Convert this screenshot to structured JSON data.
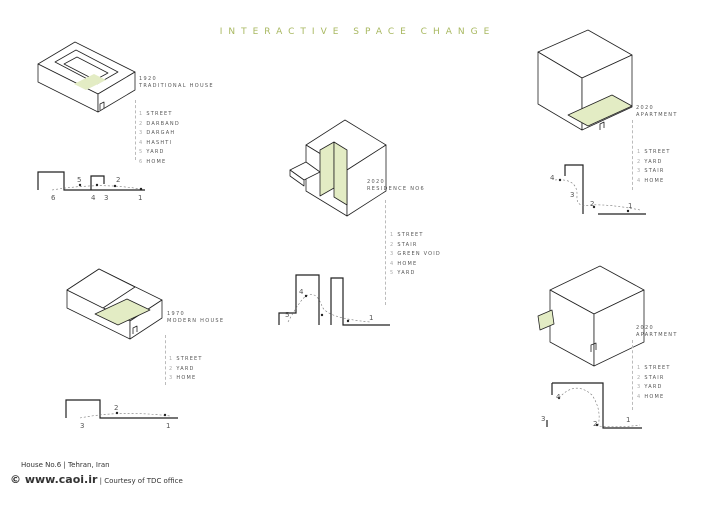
{
  "header": {
    "title": "INTERACTIVE SPACE CHANGE"
  },
  "panels": {
    "traditional": {
      "year": "1920",
      "name": "TRADITIONAL HOUSE",
      "items": [
        {
          "n": "1",
          "label": "STREET"
        },
        {
          "n": "2",
          "label": "DARBAND"
        },
        {
          "n": "3",
          "label": "DARGAH"
        },
        {
          "n": "4",
          "label": "HASHTI"
        },
        {
          "n": "5",
          "label": "YARD"
        },
        {
          "n": "6",
          "label": "HOME"
        }
      ],
      "marks": [
        "6",
        "5",
        "4",
        "3",
        "2",
        "1"
      ]
    },
    "modern": {
      "year": "1970",
      "name": "MODERN HOUSE",
      "items": [
        {
          "n": "1",
          "label": "STREET"
        },
        {
          "n": "2",
          "label": "YARD"
        },
        {
          "n": "3",
          "label": "HOME"
        }
      ],
      "marks": [
        "3",
        "2",
        "1"
      ]
    },
    "residence": {
      "year": "2020",
      "name": "RESIDENCE NO6",
      "items": [
        {
          "n": "1",
          "label": "STREET"
        },
        {
          "n": "2",
          "label": "STAIR"
        },
        {
          "n": "3",
          "label": "GREEN VOID"
        },
        {
          "n": "4",
          "label": "HOME"
        },
        {
          "n": "5",
          "label": "YARD"
        }
      ],
      "marks": [
        "4",
        "5",
        "1"
      ]
    },
    "apartment1": {
      "year": "2020",
      "name": "APARTMENT",
      "items": [
        {
          "n": "1",
          "label": "STREET"
        },
        {
          "n": "2",
          "label": "YARD"
        },
        {
          "n": "3",
          "label": "STAIR"
        },
        {
          "n": "4",
          "label": "HOME"
        }
      ],
      "marks": [
        "4",
        "3",
        "2",
        "1"
      ]
    },
    "apartment2": {
      "year": "2020",
      "name": "APARTMENT",
      "items": [
        {
          "n": "1",
          "label": "STREET"
        },
        {
          "n": "2",
          "label": "STAIR"
        },
        {
          "n": "3",
          "label": "YARD"
        },
        {
          "n": "4",
          "label": "HOME"
        }
      ],
      "marks": [
        "4",
        "3",
        "2",
        "1"
      ]
    }
  },
  "footer": {
    "line1": "House No.6  |  Tehran, Iran",
    "site": "© www.caoi.ir",
    "credit": "|  Courtesy of TDC office"
  },
  "colors": {
    "accent": "#a8b860",
    "green_fill": "#e3ecc4"
  }
}
